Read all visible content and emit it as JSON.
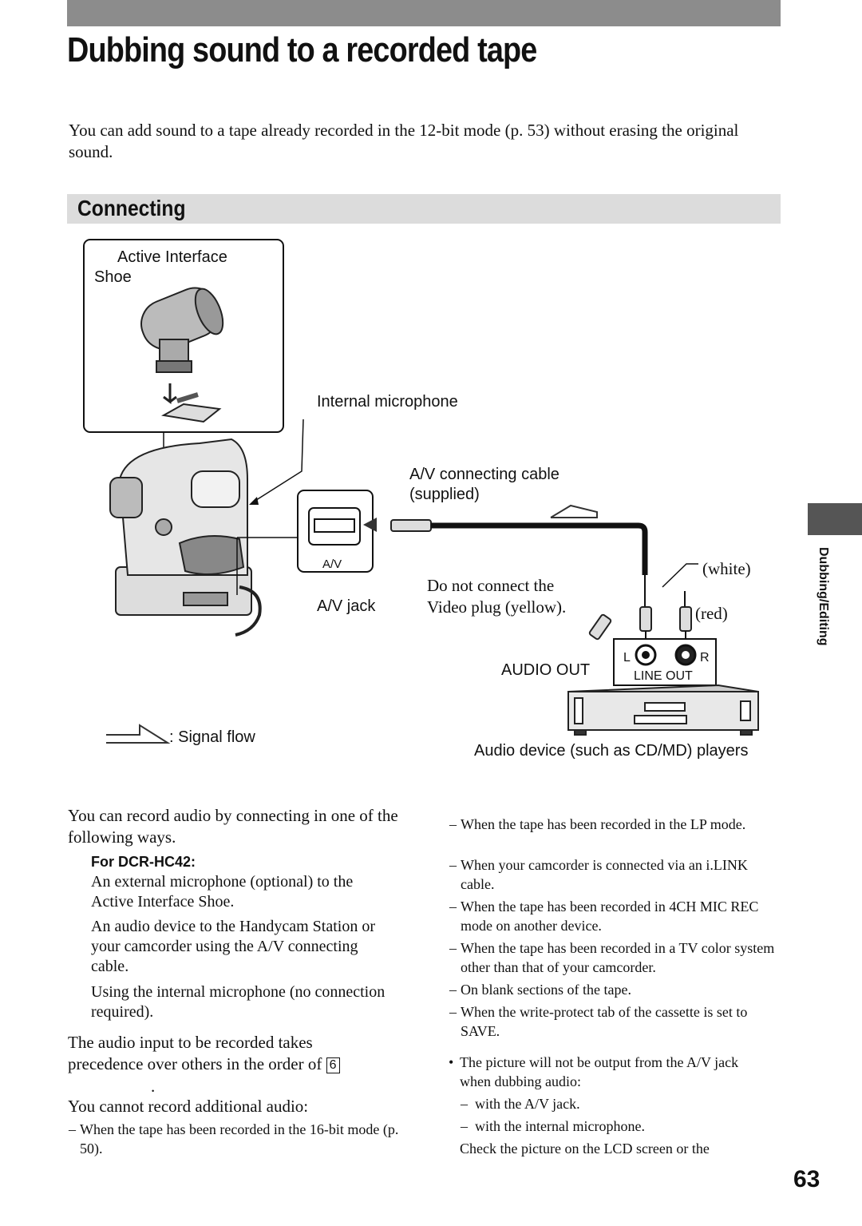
{
  "title": "Dubbing sound to a recorded tape",
  "intro": "You can add sound to a tape already recorded in the 12-bit mode (p. 53) without erasing the original sound.",
  "section_title": "Connecting",
  "diagram": {
    "shoe_label_1": "Active Interface",
    "shoe_label_2": "Shoe",
    "internal_mic": "Internal microphone",
    "cable_label_1": "A/V connecting cable",
    "cable_label_2": "(supplied)",
    "av_small": "A/V",
    "av_jack": "A/V jack",
    "do_not_1": "Do not connect the",
    "do_not_2": "Video plug (yellow).",
    "white": "(white)",
    "red": "(red)",
    "audio_out": "AUDIO OUT",
    "l": "L",
    "r": "R",
    "line_out": "LINE OUT",
    "signal_flow": ": Signal flow",
    "audio_device": "Audio device (such as CD/MD) players"
  },
  "side_tab": "Dubbing/Editing",
  "left_col": {
    "p1": "You can record audio by connecting in one of the following ways.",
    "model": "For DCR-HC42:",
    "opt1": "An external microphone (optional) to the Active Interface Shoe.",
    "opt2": "An audio device to the Handycam Station or your camcorder using the A/V connecting cable.",
    "opt3": "Using the internal microphone (no connection required).",
    "p2": "The audio input to be recorded takes precedence over others in the order of",
    "order_box": "6",
    "period": ".",
    "p3": "You cannot record additional audio:",
    "b1": "When the tape has been recorded in the 16-bit mode (p. 50)."
  },
  "right_col": {
    "items": [
      "When the tape has been recorded in the LP mode.",
      "When your camcorder is connected via an i.LINK cable.",
      "When the tape has been recorded in 4CH MIC REC mode on another device.",
      "When the tape has been recorded in a TV color system other than that of your camcorder.",
      "On blank sections of the tape.",
      "When the write-protect tab of the cassette is set to SAVE."
    ],
    "bullet": "The picture will not be output from the A/V jack when dubbing audio:",
    "sub1": "with the A/V jack.",
    "sub2": "with the internal microphone.",
    "last": "Check the picture on the LCD screen or the"
  },
  "page_number": "63"
}
